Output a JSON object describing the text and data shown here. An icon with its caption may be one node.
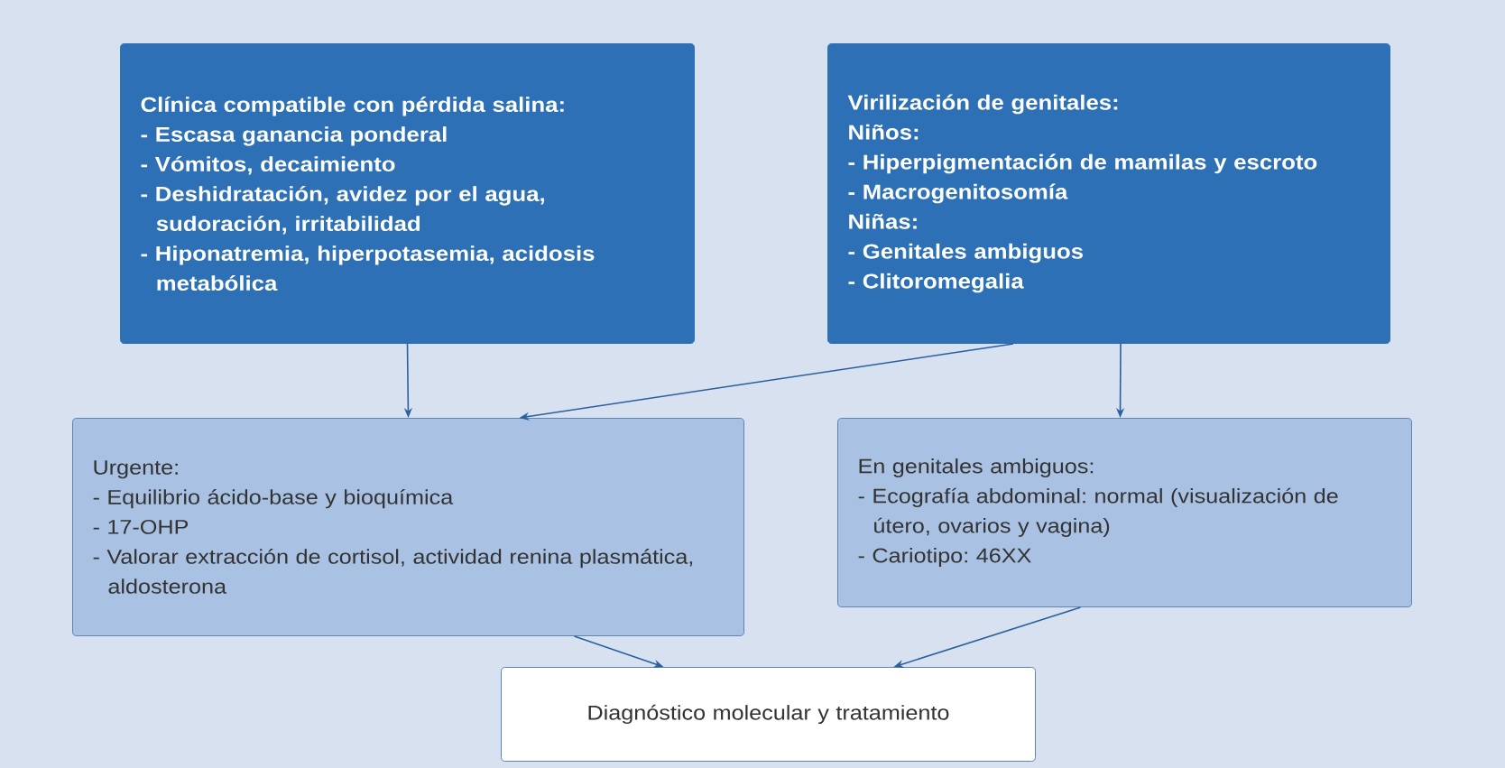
{
  "diagram": {
    "nodes": [
      {
        "text": [
          "Clínica compatible con pérdida salina:",
          "- Escasa ganancia ponderal",
          "- Vómitos, decaimiento",
          "- Deshidratación, avidez por el agua, sudoración, irritabilidad",
          "- Hiponatremia, hiperpotasemia, acidosis metabólica"
        ]
      },
      {
        "text": [
          "Virilización de genitales:",
          "Niños:",
          "- Hiperpigmentación de mamilas y escroto",
          "- Macrogenitosomía",
          "Niñas:",
          "- Genitales ambiguos",
          "- Clitoromegalia"
        ]
      },
      {
        "text": [
          "Urgente:",
          "- Equilibrio ácido-base y bioquímica",
          "- 17-OHP",
          "- Valorar extracción de cortisol, actividad renina plasmática, aldosterona"
        ]
      },
      {
        "text": [
          "En genitales ambiguos:",
          "- Ecografía abdominal: normal (visualización de útero, ovarios y vagina)",
          "- Cariotipo: 46XX"
        ]
      },
      {
        "text": [
          "Diagnóstico molecular y tratamiento"
        ]
      }
    ],
    "edges": [
      {
        "from": 0,
        "to": 2,
        "arrow": "to"
      },
      {
        "from": 1,
        "to": 2,
        "arrow": "to"
      },
      {
        "from": 1,
        "to": 3,
        "arrow": "to"
      },
      {
        "from": 2,
        "to": 4,
        "arrow": "to"
      },
      {
        "from": 3,
        "to": 4,
        "arrow": "to"
      }
    ]
  }
}
